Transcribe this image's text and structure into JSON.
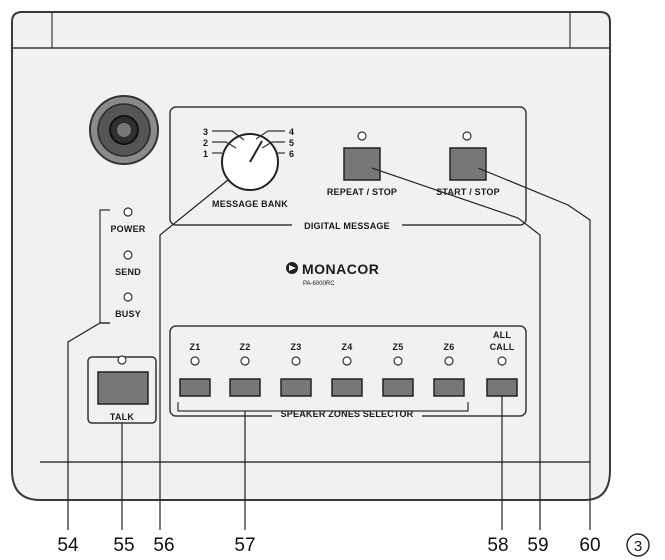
{
  "brand": {
    "name": "MONACOR",
    "model": "PA-6000RC"
  },
  "message_bank": {
    "label": "MESSAGE BANK",
    "positions": [
      "1",
      "2",
      "3",
      "4",
      "5",
      "6"
    ]
  },
  "digital_message": {
    "title": "DIGITAL MESSAGE",
    "repeat_label": "REPEAT / STOP",
    "start_label": "START / STOP"
  },
  "indicators": {
    "power": "POWER",
    "send": "SEND",
    "busy": "BUSY"
  },
  "talk": {
    "label": "TALK"
  },
  "zones": {
    "title": "SPEAKER ZONES SELECTOR",
    "items": [
      "Z1",
      "Z2",
      "Z3",
      "Z4",
      "Z5",
      "Z6"
    ],
    "all_call_line1": "ALL",
    "all_call_line2": "CALL"
  },
  "callouts": [
    "54",
    "55",
    "56",
    "57",
    "58",
    "59",
    "60"
  ],
  "figure_number": "3"
}
